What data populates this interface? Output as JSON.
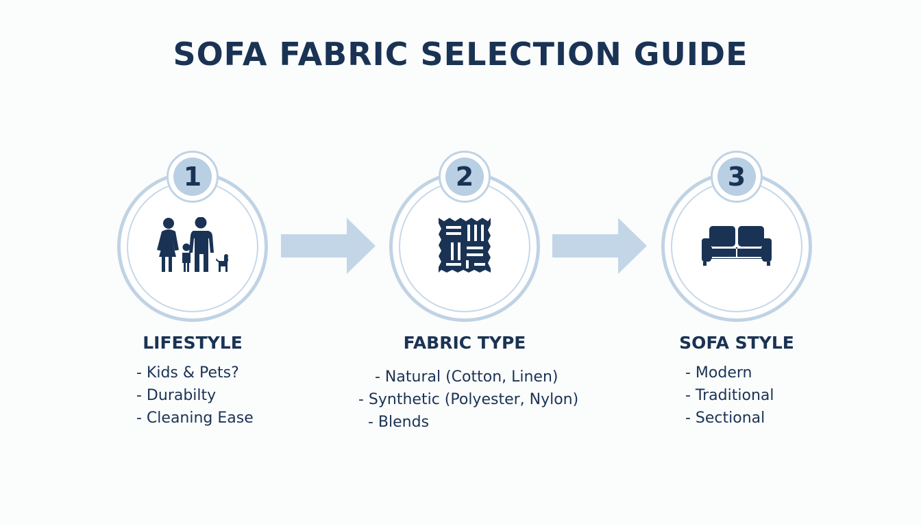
{
  "title": "SOFA FABRIC SELECTION GUIDE",
  "colors": {
    "navy": "#1a3354",
    "ring": "#c0d3e4",
    "badge": "#b9cfe3",
    "arrow": "#c3d6e7",
    "background": "#fbfcfc"
  },
  "steps": [
    {
      "number": "1",
      "icon": "family-with-dog-icon",
      "label": "LIFESTYLE",
      "items": [
        "- Kids & Pets?",
        "- Durabilty",
        "- Cleaning Ease"
      ]
    },
    {
      "number": "2",
      "icon": "woven-fabric-swatch-icon",
      "label": "FABRIC TYPE",
      "items": [
        "- Natural (Cotton, Linen)",
        "- Synthetic (Polyester, Nylon)",
        "- Blends"
      ]
    },
    {
      "number": "3",
      "icon": "sofa-icon",
      "label": "SOFA STYLE",
      "items": [
        "- Modern",
        "- Traditional",
        "- Sectional"
      ]
    }
  ],
  "arrows": [
    "arrow-right-icon",
    "arrow-right-icon"
  ]
}
